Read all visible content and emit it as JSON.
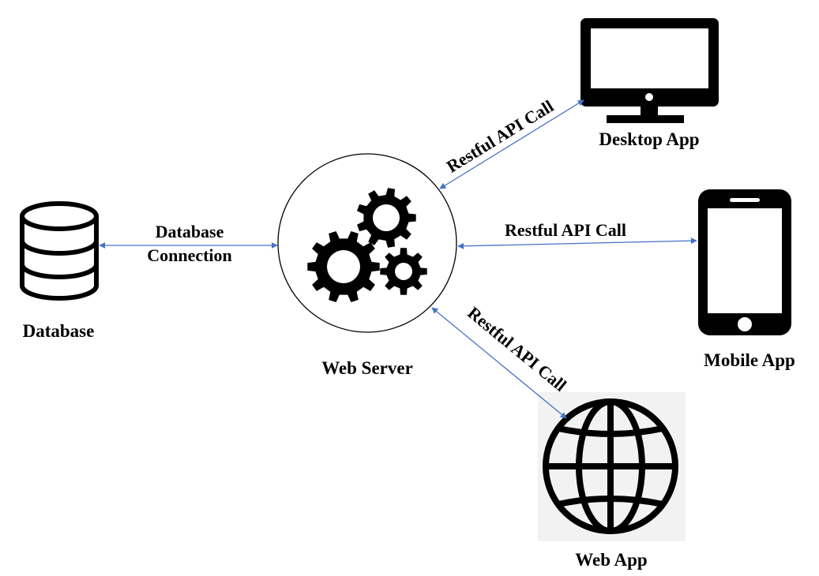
{
  "nodes": {
    "database": {
      "label": "Database",
      "icon": "database-icon"
    },
    "web_server": {
      "label": "Web Server",
      "icon": "gears-icon"
    },
    "desktop_app": {
      "label": "Desktop App",
      "icon": "monitor-icon"
    },
    "mobile_app": {
      "label": "Mobile App",
      "icon": "smartphone-icon"
    },
    "web_app": {
      "label": "Web App",
      "icon": "globe-icon"
    }
  },
  "edges": {
    "db_connection": {
      "line1": "Database",
      "line2": "Connection"
    },
    "desktop_call": {
      "label": "Restful API Call"
    },
    "mobile_call": {
      "label": "Restful API Call"
    },
    "web_call": {
      "label": "Restful API Call"
    }
  },
  "colors": {
    "connector": "#4472C4",
    "icon": "#000000",
    "web_app_tile": "#f2f2f2"
  }
}
